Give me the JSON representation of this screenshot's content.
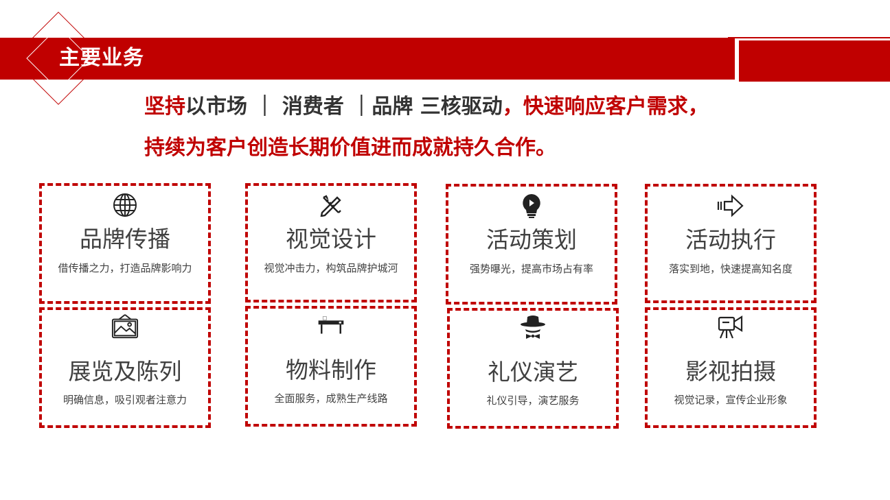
{
  "header": {
    "title": "主要业务"
  },
  "intro": {
    "seg1": "坚持",
    "seg2": "以市场 ｜ 消费者 ｜品牌 三核驱动",
    "seg3": "，快速响应客户需求，持续为客户创造长期价值进而成就持久合作。"
  },
  "colors": {
    "accent": "#c00000",
    "text": "#404040"
  },
  "cards": [
    {
      "icon": "globe-icon",
      "title": "品牌传播",
      "sub": "借传播之力，打造品牌影响力"
    },
    {
      "icon": "pencil-ruler-icon",
      "title": "视觉设计",
      "sub": "视觉冲击力，构筑品牌护城河"
    },
    {
      "icon": "lightbulb-icon",
      "title": "活动策划",
      "sub": "强势曝光，提高市场占有率"
    },
    {
      "icon": "arrow-right-icon",
      "title": "活动执行",
      "sub": "落实到地，快速提高知名度"
    },
    {
      "icon": "picture-frame-icon",
      "title": "展览及陈列",
      "sub": "明确信息，吸引观者注意力"
    },
    {
      "icon": "printer-icon",
      "title": "物料制作",
      "sub": "全面服务，成熟生产线路"
    },
    {
      "icon": "hat-bowtie-icon",
      "title": "礼仪演艺",
      "sub": "礼仪引导，演艺服务"
    },
    {
      "icon": "video-camera-icon",
      "title": "影视拍摄",
      "sub": "视觉记录，宣传企业形象"
    }
  ]
}
